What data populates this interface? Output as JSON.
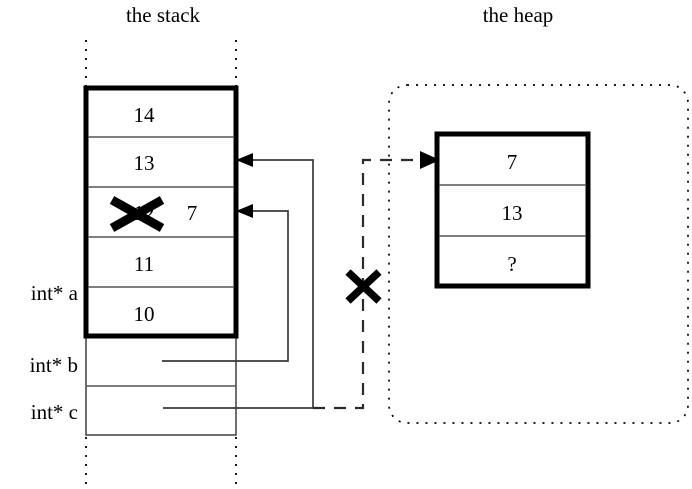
{
  "diagram": {
    "title_stack": "the stack",
    "title_heap": "the heap",
    "stack": {
      "cells": [
        {
          "value": "14"
        },
        {
          "value": "13"
        },
        {
          "value": "12",
          "struck": true,
          "annotation": "7"
        },
        {
          "value": "11"
        },
        {
          "value": "10"
        }
      ],
      "variables": [
        {
          "label": "int* a"
        },
        {
          "label": "int* b"
        },
        {
          "label": "int* c"
        }
      ]
    },
    "heap": {
      "cells": [
        {
          "value": "7"
        },
        {
          "value": "13"
        },
        {
          "value": "?"
        }
      ]
    },
    "marks": {
      "invalidated_pointer": "X",
      "overwritten_value": "X"
    },
    "colors": {
      "stroke": "#000000",
      "connector": "#3a3a3a",
      "background": "#ffffff"
    }
  }
}
